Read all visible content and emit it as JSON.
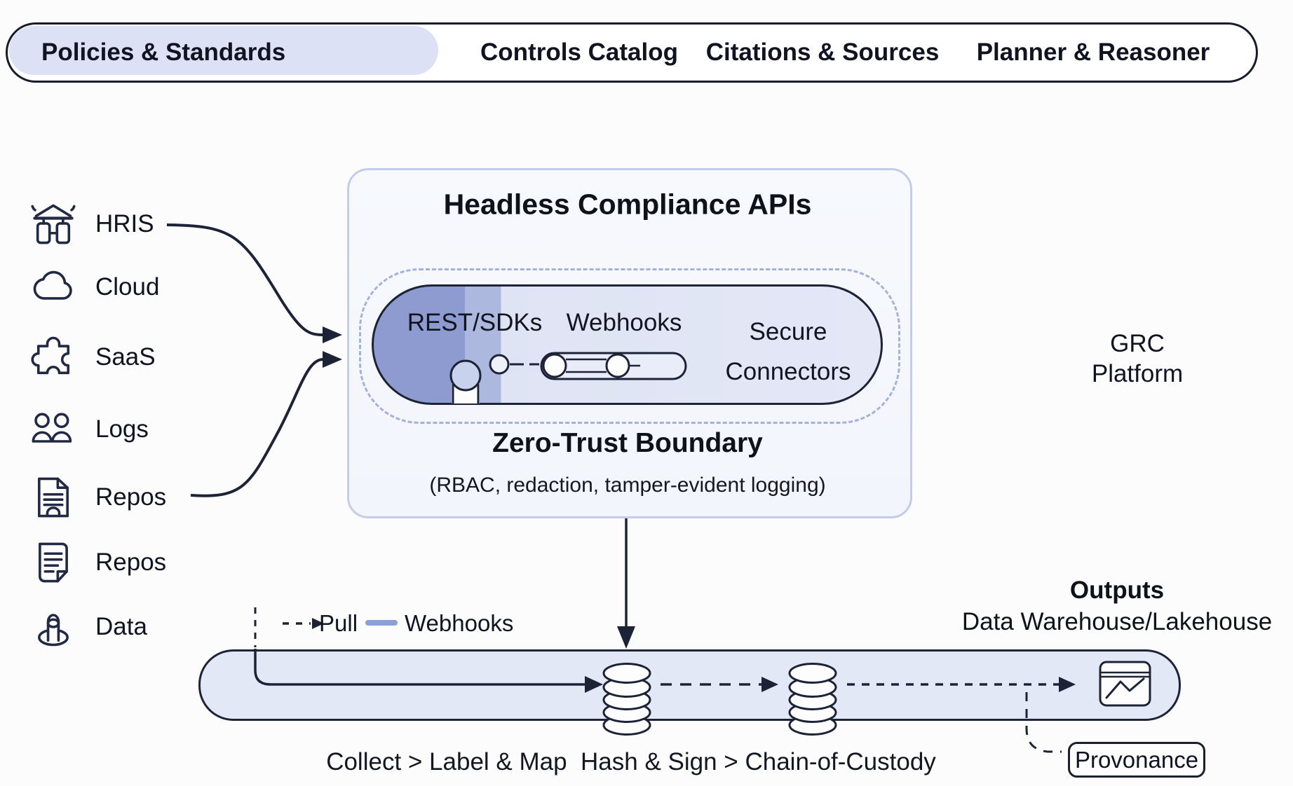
{
  "tabs": {
    "items": [
      {
        "label": "Policies & Standards",
        "active": true
      },
      {
        "label": "Controls Catalog",
        "active": false
      },
      {
        "label": "Citations & Sources",
        "active": false
      },
      {
        "label": "Planner & Reasoner",
        "active": false
      }
    ]
  },
  "sources": {
    "items": [
      {
        "icon": "hris-icon",
        "label": "HRIS"
      },
      {
        "icon": "cloud-icon",
        "label": "Cloud"
      },
      {
        "icon": "saas-icon",
        "label": "SaaS"
      },
      {
        "icon": "logs-icon",
        "label": "Logs"
      },
      {
        "icon": "repos-doc-icon",
        "label": "Repos"
      },
      {
        "icon": "repos-file-icon",
        "label": "Repos"
      },
      {
        "icon": "data-icon",
        "label": "Data"
      }
    ]
  },
  "api_box": {
    "title": "Headless Compliance APIs",
    "capsule": {
      "rest": "REST/SDKs",
      "webhooks": "Webhooks",
      "secure_line1": "Secure",
      "secure_line2": "Connectors"
    },
    "boundary_title": "Zero-Trust Boundary",
    "boundary_subtitle": "(RBAC, redaction, tamper-evident logging)"
  },
  "grc": {
    "line1": "GRC",
    "line2": "Platform"
  },
  "legend": {
    "pull_label": "Pull",
    "webhooks_label": "Webhooks"
  },
  "outputs": {
    "title": "Outputs",
    "subtitle": "Data Warehouse/Lakehouse"
  },
  "pipeline": {
    "caption": "Collect > Label & Map  Hash & Sign > Chain-of-Custody",
    "provenance_label": "Provonance"
  },
  "colors": {
    "active_tab_fill": "#dce1f5",
    "capsule_dark": "#8e9bd1",
    "capsule_mid": "#adb8df",
    "capsule_light": "#e3e7f6",
    "pipeline_fill": "#e3e8f6",
    "webhook_line": "#8ba0d8",
    "outline_dark": "#1c2336",
    "dashed_boundary": "#a5b1d8"
  }
}
